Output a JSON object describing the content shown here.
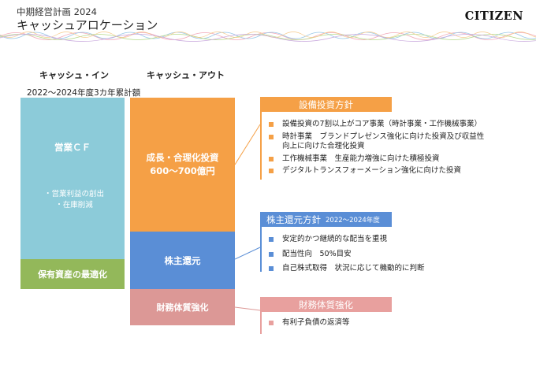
{
  "header": {
    "subtitle": "中期経営計画 2024",
    "title": "キャッシュアロケーション",
    "logo": "CITIZEN"
  },
  "columns": {
    "cash_in": "キャッシュ・イン",
    "cash_out": "キャッシュ・アウト"
  },
  "note": "2022〜2024年度3カ年累計額",
  "cash_in": {
    "operating_cf": "営業ＣＦ",
    "bullets": [
      "・営業利益の創出",
      "・在庫削減"
    ],
    "assets": "保有資産の最適化"
  },
  "cash_out": {
    "growth_line1": "成長・合理化投資",
    "growth_line2": "600〜700億円",
    "shareholder": "株主還元",
    "financial": "財務体質強化"
  },
  "panels": {
    "investment": {
      "title": "設備投資方針",
      "items": [
        {
          "line1": "設備投資の7割以上がコア事業（時計事業・工作機械事業）",
          "line2": ""
        },
        {
          "line1": "時計事業　ブランドプレゼンス強化に向けた投資及び収益性",
          "line2": "向上に向けた合理化投資"
        },
        {
          "line1": "工作機械事業　生産能力増強に向けた積極投資",
          "line2": ""
        },
        {
          "line1": "デジタルトランスフォーメーション強化に向けた投資",
          "line2": ""
        }
      ]
    },
    "shareholder": {
      "title": "株主還元方針",
      "period": "2022〜2024年度",
      "items": [
        "安定的かつ継続的な配当を重視",
        "配当性向　50%目安",
        "自己株式取得　状況に応じて機動的に判断"
      ]
    },
    "financial": {
      "title": "財務体質強化",
      "items": [
        "有利子負債の返済等"
      ]
    }
  },
  "colors": {
    "operating_cf": "#8ccbd9",
    "assets": "#93b85a",
    "growth": "#f5a046",
    "shareholder": "#5a8ed6",
    "financial": "#dc9896"
  }
}
